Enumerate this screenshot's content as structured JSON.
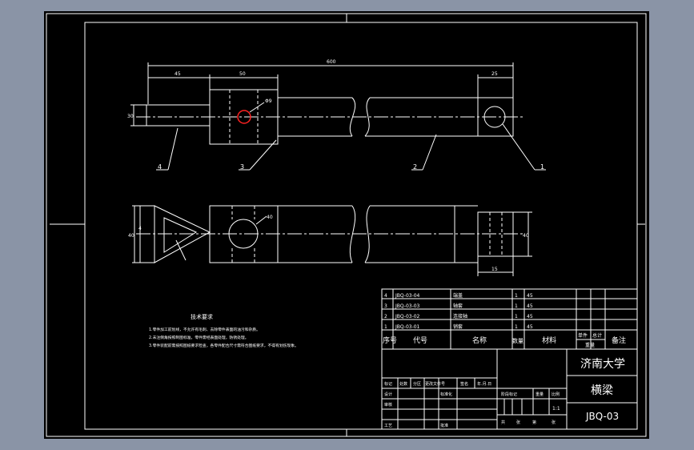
{
  "dims": {
    "overall": "600",
    "left_seg": "45",
    "center_block": "50",
    "right_seg": "25",
    "left_height": "30",
    "hole": "Φ9",
    "bottom_left": "40",
    "bottom_center": "40",
    "bottom_right_h": "40",
    "bottom_right_w": "15",
    "bottom_mark": "4"
  },
  "balloons": [
    "4",
    "3",
    "2",
    "1"
  ],
  "notes": {
    "title": "技术要求",
    "lines": [
      "1.零件加工前划线，不允许有毛刺、去除零件表面的油污和杂质。",
      "2.未注倒角按照制图标准，零件需经表面处理，防锈处理。",
      "3.零件装配前需按照图纸要求检查，各零件配合尺寸需符合图纸要求，不得有划伤现象。"
    ]
  },
  "bom": {
    "rows": [
      {
        "seq": "4",
        "code": "JBQ-03-04",
        "name": "端盖",
        "qty": "1",
        "material": "45"
      },
      {
        "seq": "3",
        "code": "JBQ-03-03",
        "name": "轴套",
        "qty": "1",
        "material": "45"
      },
      {
        "seq": "2",
        "code": "JBQ-03-02",
        "name": "连接轴",
        "qty": "1",
        "material": "45"
      },
      {
        "seq": "1",
        "code": "JBQ-03-01",
        "name": "销套",
        "qty": "1",
        "material": "45"
      }
    ],
    "header": {
      "seq": "序号",
      "code": "代号",
      "name": "名称",
      "qty": "数量",
      "material": "材料",
      "single": "单件",
      "total": "总计",
      "weight": "重量",
      "remark": "备注"
    }
  },
  "title_block": {
    "school": "济南大学",
    "part_name": "横梁",
    "drawing_no": "JBQ-03",
    "scale": "1:1",
    "labels": {
      "mark": "标记",
      "count": "处数",
      "zone": "分区",
      "change_doc": "更改文件号",
      "sign": "签名",
      "date": "年.月.日",
      "design": "设计",
      "std": "标准化",
      "review": "审核",
      "craft": "工艺",
      "approve": "批准",
      "stage": "阶段标记",
      "weight": "重量",
      "ratio": "比例",
      "sheets": "共",
      "sheet": "张",
      "of": "第",
      "page": "张"
    }
  }
}
